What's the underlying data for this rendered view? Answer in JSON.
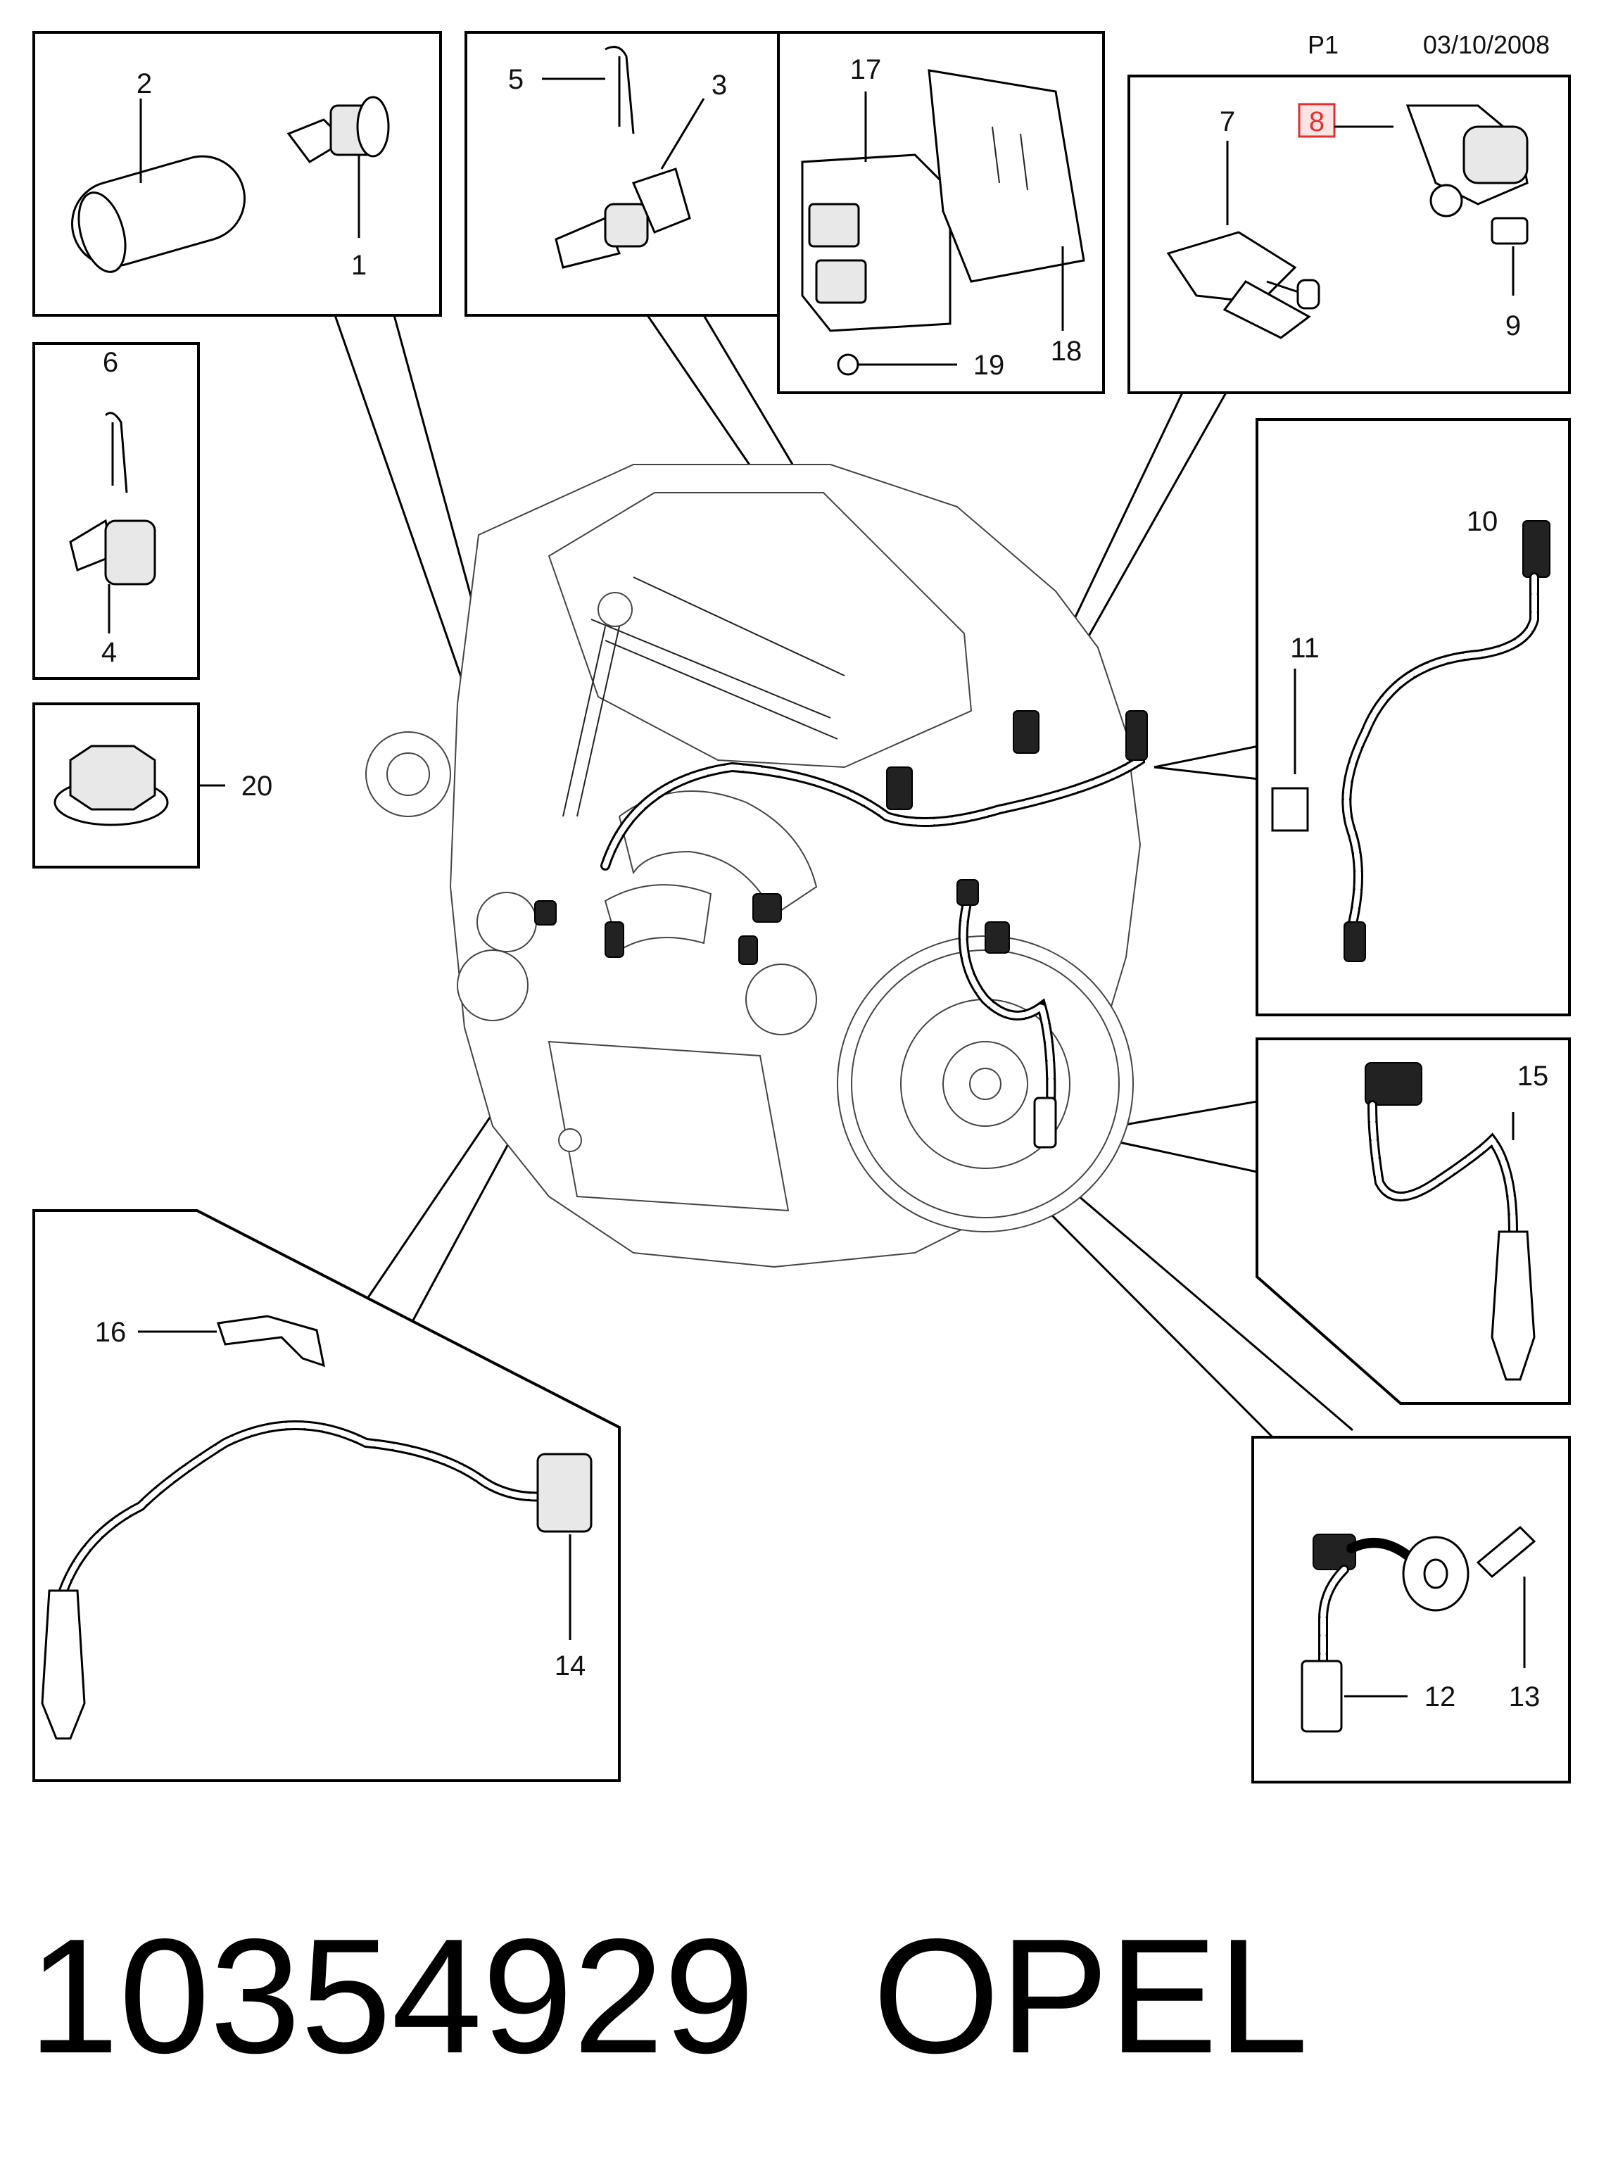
{
  "header": {
    "page": "P1",
    "date": "03/10/2008"
  },
  "callouts": [
    "1",
    "2",
    "3",
    "4",
    "5",
    "6",
    "7",
    "8",
    "9",
    "10",
    "11",
    "12",
    "13",
    "14",
    "15",
    "16",
    "17",
    "18",
    "19",
    "20"
  ],
  "highlighted_callout": "8",
  "footer": {
    "part_number": "10354929",
    "brand": "OPEL"
  },
  "colors": {
    "highlight": "#e03030",
    "line": "#000000"
  }
}
